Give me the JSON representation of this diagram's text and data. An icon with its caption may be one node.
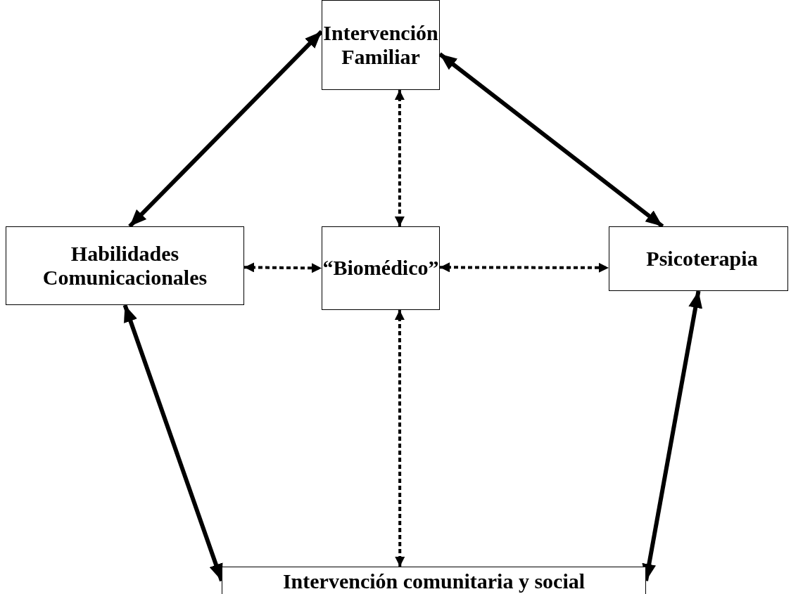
{
  "diagram": {
    "nodes": [
      {
        "text": [
          "Intervención Familiar"
        ]
      },
      {
        "text": [
          "Habilidades Comunicacionales"
        ]
      },
      {
        "text": [
          "“Biomédico”"
        ]
      },
      {
        "text": [
          "Psicoterapia"
        ]
      },
      {
        "text": [
          "Intervención comunitaria y social"
        ]
      }
    ],
    "edges": [
      {
        "from": 0,
        "to": 1,
        "arrow": "both"
      },
      {
        "from": 0,
        "to": 3,
        "arrow": "both"
      },
      {
        "from": 0,
        "to": 2,
        "arrow": "both",
        "style": "dashed"
      },
      {
        "from": 1,
        "to": 2,
        "arrow": "both",
        "style": "dashed"
      },
      {
        "from": 2,
        "to": 3,
        "arrow": "both",
        "style": "dashed"
      },
      {
        "from": 2,
        "to": 4,
        "arrow": "both",
        "style": "dashed"
      },
      {
        "from": 1,
        "to": 4,
        "arrow": "both"
      },
      {
        "from": 3,
        "to": 4,
        "arrow": "both"
      }
    ]
  }
}
